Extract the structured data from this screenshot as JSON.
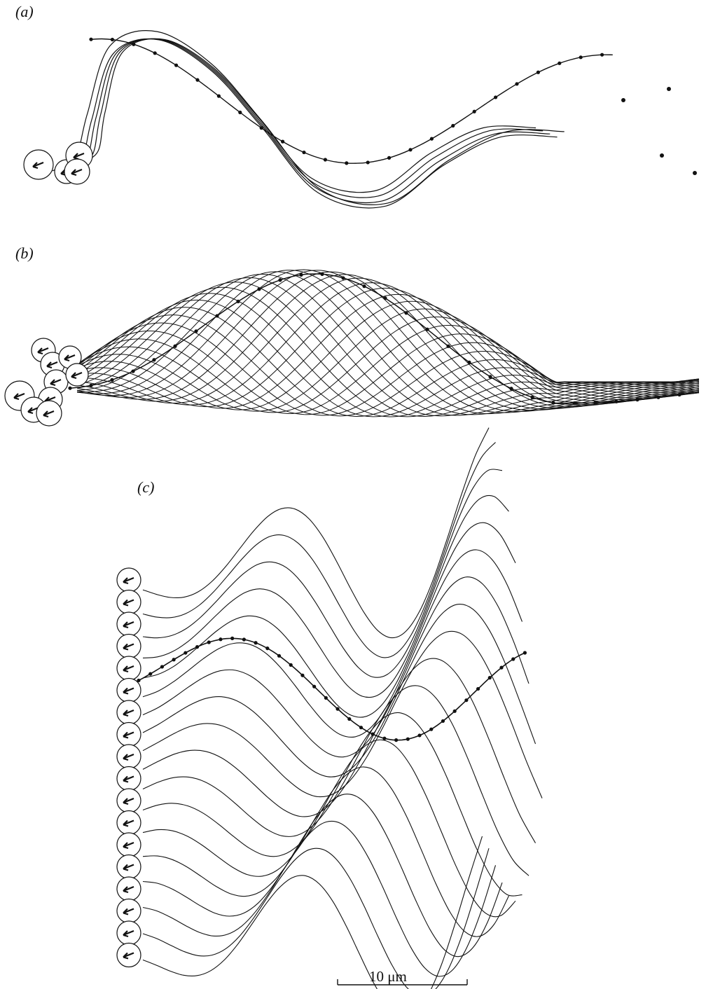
{
  "panels": [
    {
      "id": "a",
      "label": "(a)",
      "frames": 5
    },
    {
      "id": "b",
      "label": "(b)",
      "frames": 24
    },
    {
      "id": "c",
      "label": "(c)",
      "frames": 18
    }
  ],
  "scale_bar": {
    "label": "10 μm"
  },
  "colors": {
    "ink": "#111111",
    "background": "#ffffff"
  }
}
